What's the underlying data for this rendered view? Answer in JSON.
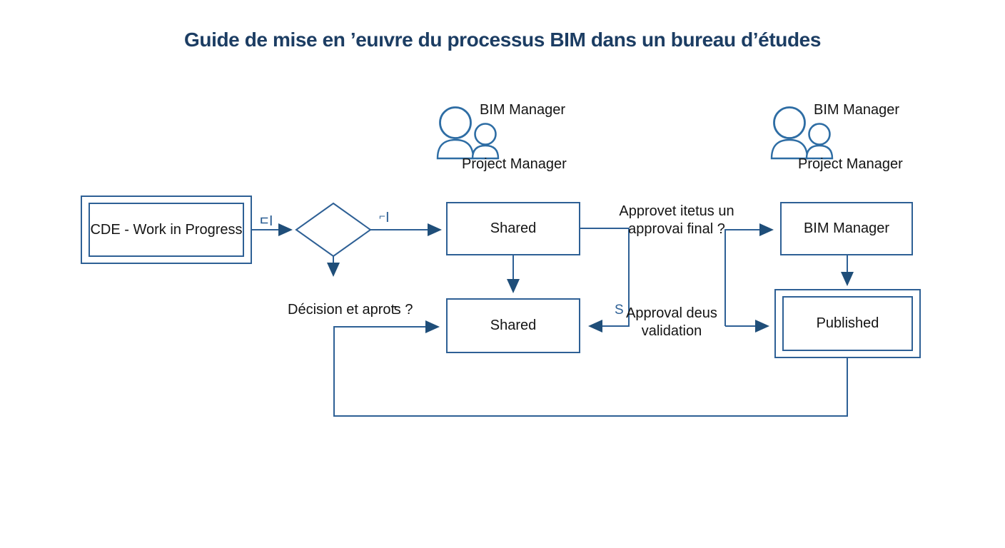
{
  "title": "Guide de mise en ’euıvre du processus BIM dans un bureau d’études",
  "colors": {
    "line": "#2e6095",
    "arrowhead": "#1f4e79",
    "title_text": "#1c3d63",
    "body_text": "#141414",
    "icon_stroke": "#2e6da4"
  },
  "actors": [
    {
      "role_top": "BIM Manager",
      "role_bottom": "Project Manager"
    },
    {
      "role_top": "BIM Manager",
      "role_bottom": "Project Manager"
    }
  ],
  "nodes": {
    "wip": {
      "label": "CDE - Work in Progress"
    },
    "shared_top": {
      "label": "Shared"
    },
    "shared_bottom": {
      "label": "Shared"
    },
    "bim_manager": {
      "label": "BIM Manager"
    },
    "published": {
      "label": "Published"
    }
  },
  "annotations": {
    "glyph_left": "⊏|",
    "glyph_right": "⌐|",
    "approve_question_line1": "Approvet itetus un",
    "approve_question_line2": "approvai final ?",
    "decision_question": "Décision et aproʦ ?",
    "s_label": "S",
    "approval_line1": "Approval deus",
    "approval_line2": "validation"
  }
}
